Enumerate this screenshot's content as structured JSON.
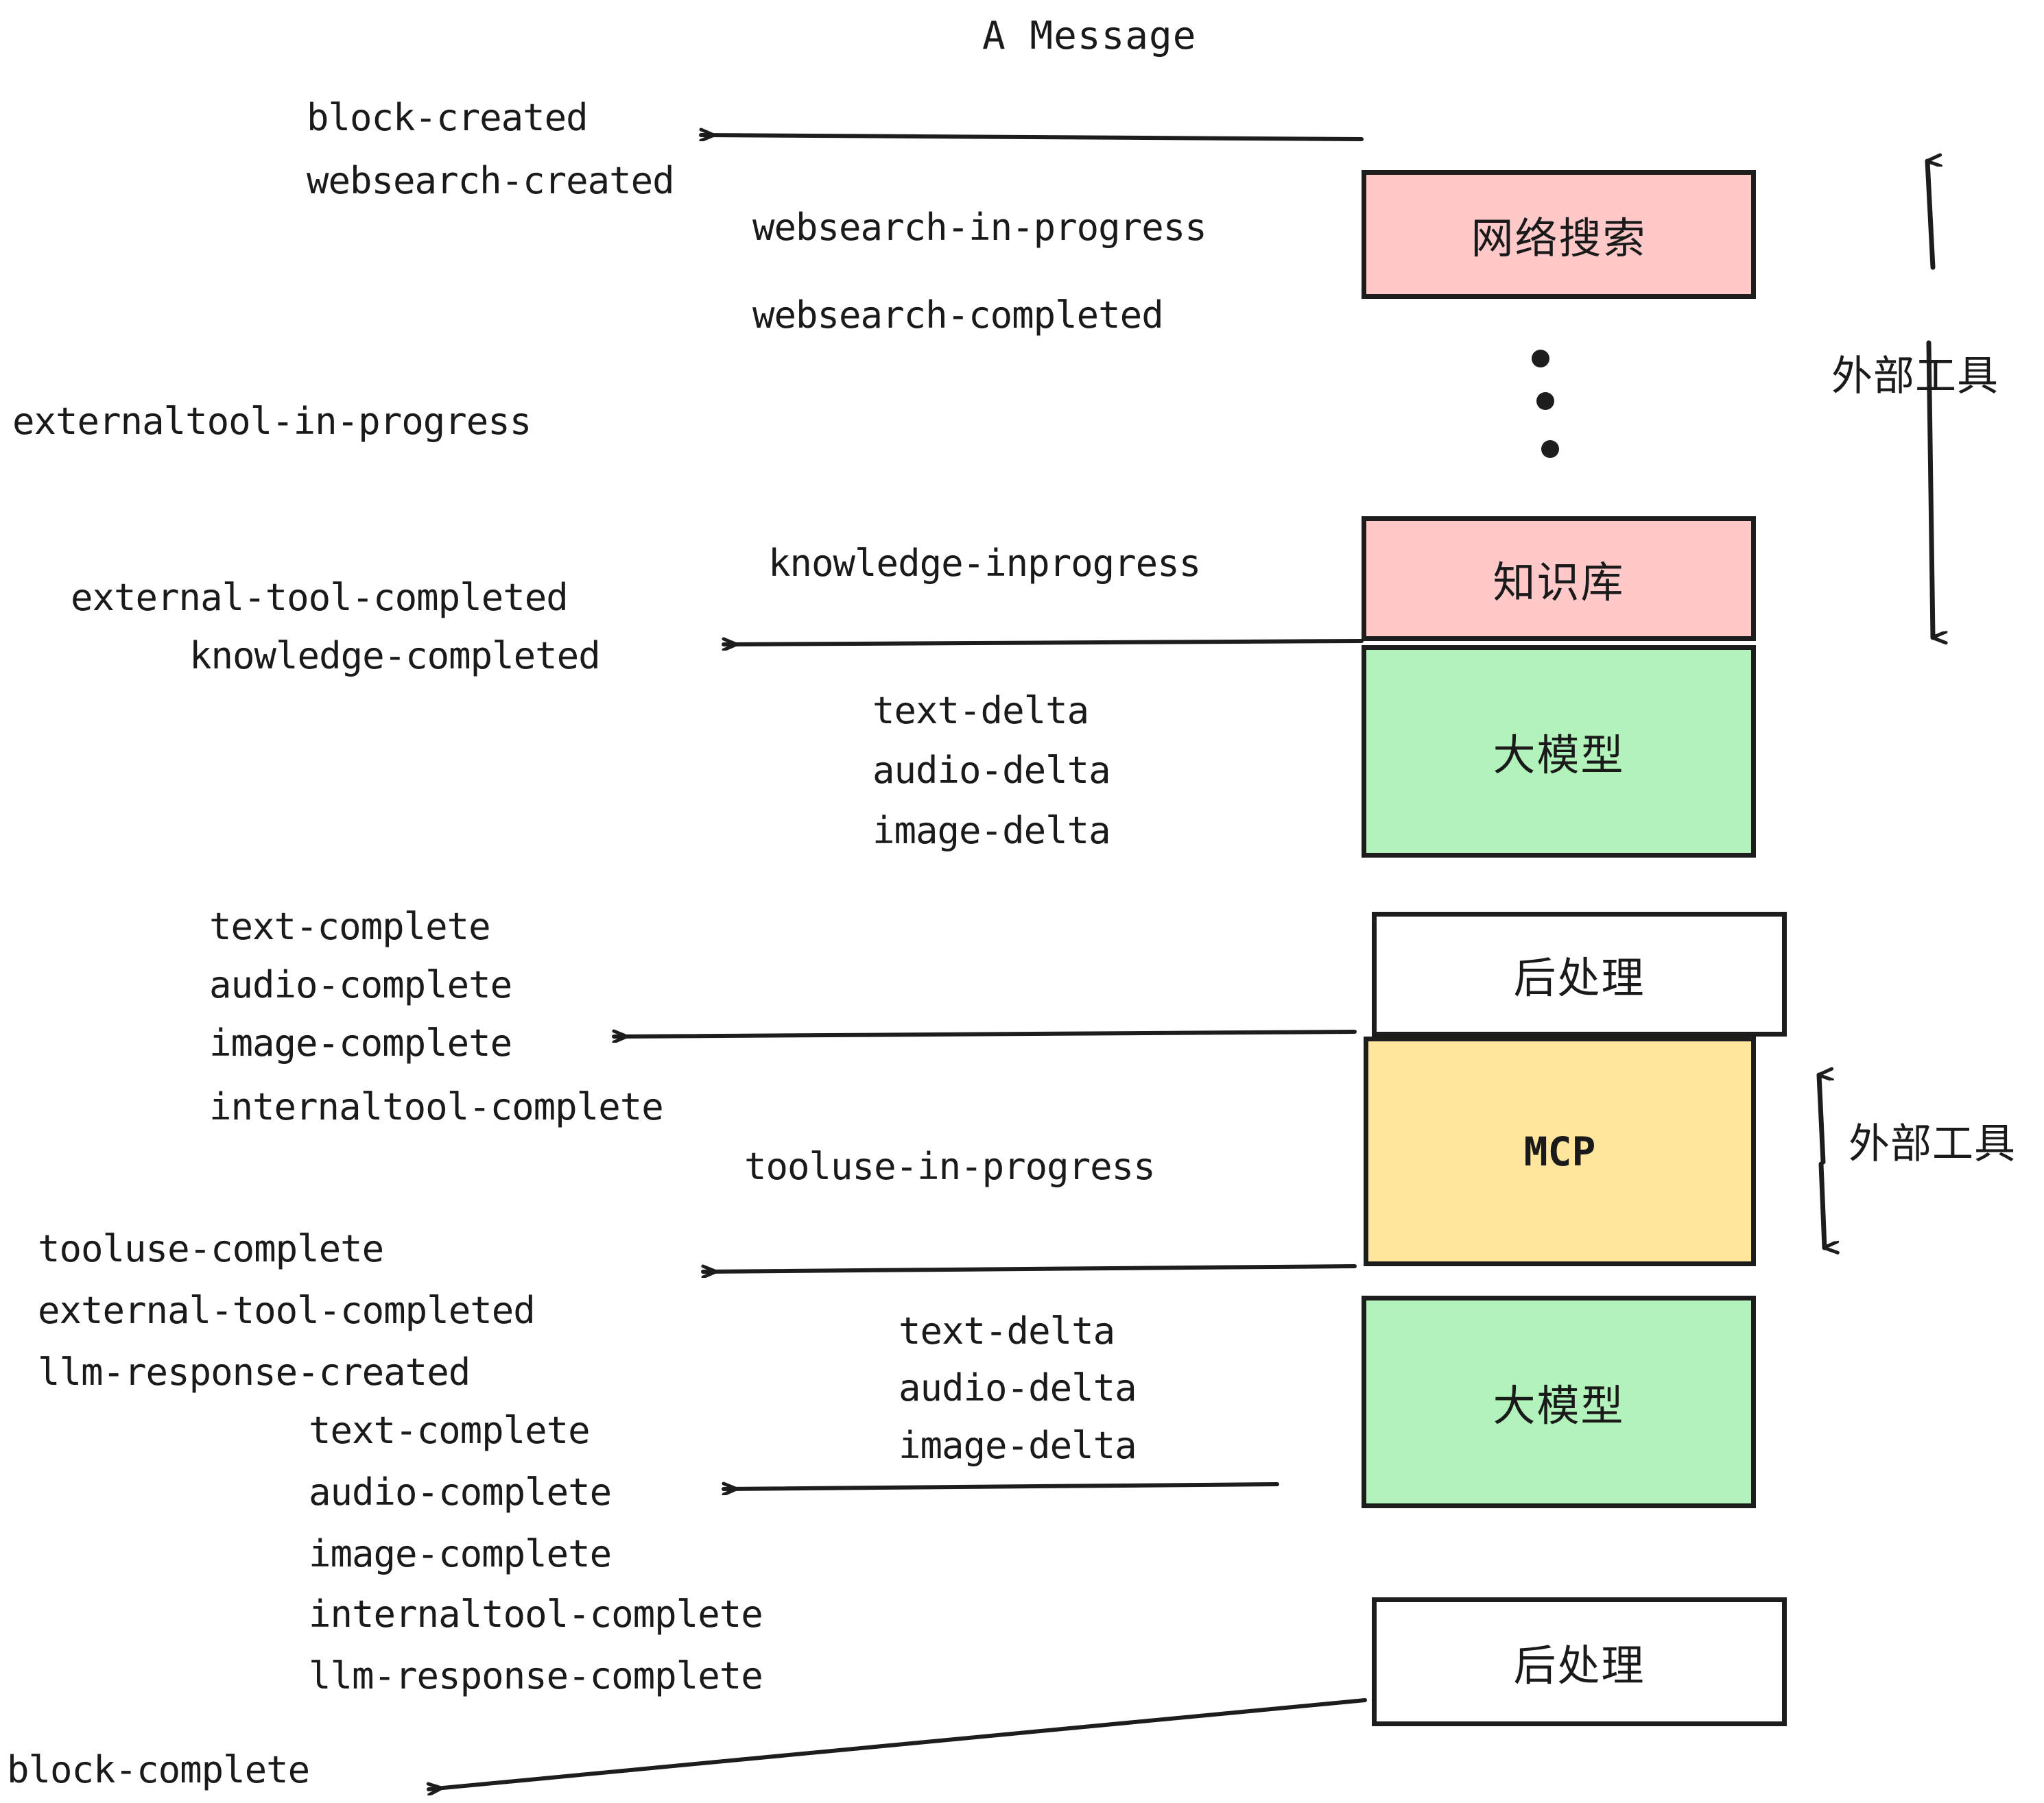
{
  "title": "A Message",
  "colors": {
    "pink": "#FFC9C9",
    "green": "#B2F2BB",
    "yellow": "#FFE69C",
    "white": "#FFFFFF",
    "stroke": "#1D1D1D",
    "text": "#1A1A1A"
  },
  "boxes": {
    "websearch": "网络搜索",
    "knowledge": "知识库",
    "llm_top": "大模型",
    "postprocess_top": "后处理",
    "mcp": "MCP",
    "llm_bottom": "大模型",
    "postprocess_bottom": "后处理"
  },
  "side_labels": {
    "external_tool_top": "外部工具",
    "external_tool_bottom": "外部工具"
  },
  "events": {
    "block_created": "block-created",
    "websearch_created": "websearch-created",
    "websearch_in_progress": "websearch-in-progress",
    "websearch_completed": "websearch-completed",
    "externaltool_in_progress": "externaltool-in-progress",
    "knowledge_inprogress": "knowledge-inprogress",
    "external_tool_completed_1": "external-tool-completed",
    "knowledge_completed": "knowledge-completed",
    "text_delta_1": "text-delta",
    "audio_delta_1": "audio-delta",
    "image_delta_1": "image-delta",
    "text_complete_1": "text-complete",
    "audio_complete_1": "audio-complete",
    "image_complete_1": "image-complete",
    "internaltool_complete_1": "internaltool-complete",
    "tooluse_in_progress": "tooluse-in-progress",
    "tooluse_complete": "tooluse-complete",
    "external_tool_completed_2": "external-tool-completed",
    "llm_response_created": "llm-response-created",
    "text_delta_2": "text-delta",
    "audio_delta_2": "audio-delta",
    "image_delta_2": "image-delta",
    "text_complete_2": "text-complete",
    "audio_complete_2": "audio-complete",
    "image_complete_2": "image-complete",
    "internaltool_complete_2": "internaltool-complete",
    "llm_response_complete": "llm-response-complete",
    "block_complete": "block-complete"
  }
}
